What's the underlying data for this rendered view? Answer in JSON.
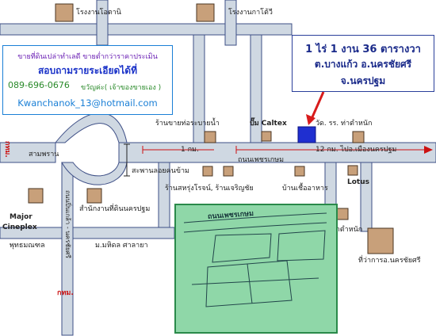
{
  "colors": {
    "road": "#cfd8e2",
    "road_edge": "#3e4f86",
    "building": "#c8a07a",
    "building_edge": "#4a3522",
    "land_plot": "#1f2fd0",
    "arrow": "#d81b1b",
    "ad_border": "#1a7fd6",
    "deed_paper": "#8fd7a8"
  },
  "ad": {
    "line1": "ขายที่ดินเปล่าทำเลดี  ขายต่ำกว่าราคาประเมิน",
    "line2": "สอบถามรายระเอียดได้ที่",
    "phone": "089-696-0676",
    "contact": "ขวัญค่ะ( เจ้าของขายเอง )",
    "email": "Kwanchanok_13@hotmail.com"
  },
  "callout": {
    "size": "1 ไร่  1 งาน  36 ตารางวา",
    "location1": "ต.บางแก้ว อ.นครชัยศรี",
    "location2": "จ.นครปฐม"
  },
  "labels": {
    "factory_otani": "โรงงานโอตานิ",
    "factory_kaodee": "โรงงานกาโต้วี",
    "pipe_shop": "ร้านขายท่อระบายน้ำ",
    "caltex": "ปั๊ม Caltex",
    "wat": "วัด. รร. ท่าตำหนัก",
    "sampran": "สามพราน",
    "bkk_left": "กทม.",
    "bkk_bottom": "กทม.",
    "km1": "1 กม.",
    "km12": "12 กม. ไปอ.เมืองนครปฐม",
    "phetkasem_road": "ถนนเพชรเกษม",
    "overpass": "สะพานลอยคนข้าม",
    "shops": "ร้านสหรุ่งโรจน์, ร้านเจริญชัย",
    "house_food": "บ้านเชื้ออาหาร",
    "lotus": "Lotus",
    "land_office": "สำนักงานที่ดินนครปฐม",
    "major_cineplex_1": "Major",
    "major_cineplex_2": "Cineplex",
    "phutthamonthon": "พุทธมณฑล",
    "mahidol": "ม.มหิดล ศาลายา",
    "pinklao_road": "ถนนปิ่นเกล้า - นครชัยศรี",
    "tambon_office": "อบต.ท่าตำหนัก",
    "district_office": "ที่ว่าการอ.นครชัยศรี",
    "deed_road": "ถนนเพชรเกษม"
  }
}
